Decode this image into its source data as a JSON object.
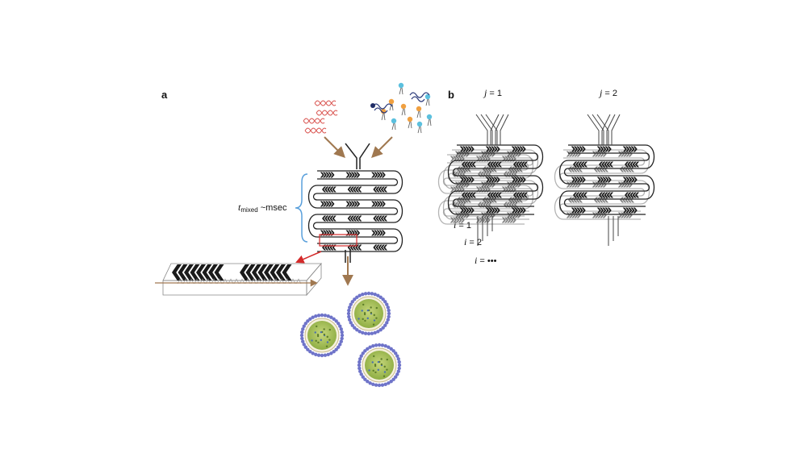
{
  "panels": {
    "a": {
      "label": "a"
    },
    "b": {
      "label": "b"
    }
  },
  "annotations": {
    "t_mixed_t": "t",
    "t_mixed_sub": "mixed",
    "t_mixed_rest": " ~msec",
    "j1_var": "j",
    "j1_rest": " = 1",
    "j2_var": "j",
    "j2_rest": " = 2",
    "i1_var": "i",
    "i1_rest": " = 1",
    "i2_var": "i",
    "i2_rest": " = 2",
    "i3_var": "i",
    "i3_rest": " = •••"
  },
  "colors": {
    "channel": "#1a1a1a",
    "arrow_brown": "#a07850",
    "arrow_red": "#d42a2a",
    "bracket": "#5aa0dc",
    "helix_red": "#d9534f",
    "lipid_orange": "#f0a040",
    "lipid_blue": "#5bc0de",
    "particle_core": "#a4be5a",
    "particle_shell": "#6f74c9"
  },
  "icons": [
    "dna-helix-icon",
    "lipid-molecule-icon",
    "nanoparticle-icon",
    "herringbone-mixer-icon"
  ]
}
